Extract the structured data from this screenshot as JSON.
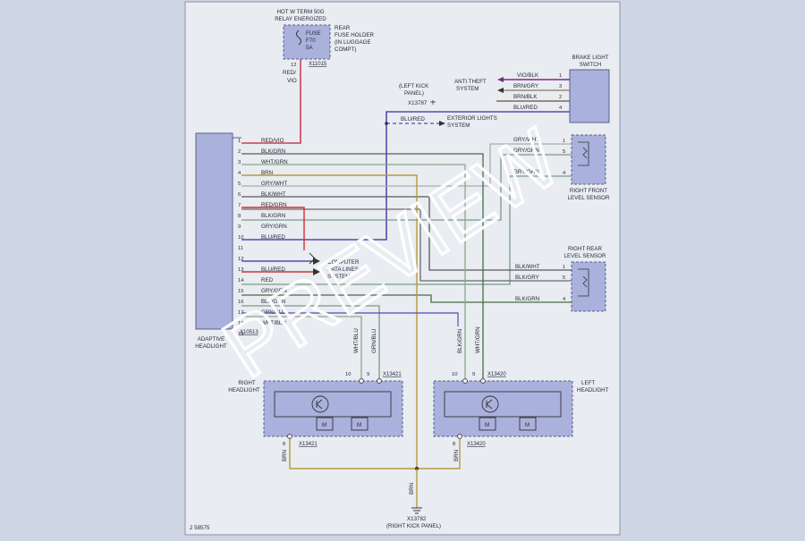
{
  "diagram_id": "2 58575",
  "watermark": "PREVIEW",
  "colors": {
    "background": "#cfd6e3",
    "panel": "#e9ecf1",
    "component_fill": "#aab1dd",
    "component_stroke": "#5a5f8a",
    "wire_red_vio": "#c8405a",
    "wire_red": "#d03030",
    "wire_blk_grn": "#4a6a48",
    "wire_wht_grn": "#8aa888",
    "wire_brn": "#b89a3a",
    "wire_gry_wht": "#a8b0b0",
    "wire_blk_wht": "#585858",
    "wire_gry_grn": "#7a9a88",
    "wire_blu_red": "#5a48b0",
    "wire_vio_blk": "#7a2a80",
    "watermark": "#ffffff"
  },
  "fuse": {
    "header": [
      "HOT W TERM 50G",
      "RELAY ENERGIZED"
    ],
    "lines": [
      "FUSE",
      "F70",
      "5A"
    ],
    "holder": [
      "REAR",
      "FUSE HOLDER",
      "(IN LUGGAGE",
      "COMPT)"
    ],
    "pin": "12",
    "connector": "X11015",
    "wire": [
      "RED/",
      "VIO"
    ]
  },
  "brake_switch": {
    "label": [
      "BRAKE LIGHT",
      "SWITCH"
    ],
    "pins": [
      "1",
      "3",
      "2",
      "4"
    ],
    "wires": [
      "VIO/BLK",
      "BRN/GRY",
      "BRN/BLK",
      "BLU/RED"
    ]
  },
  "anti_theft": [
    "ANTI THEFT",
    "SYSTEM"
  ],
  "left_kick": {
    "label": [
      "(LEFT KICK",
      "PANEL)"
    ],
    "connector": "X13787"
  },
  "exterior_lights": {
    "wire": "BLU/RED",
    "label": [
      "EXTERIOR LIGHTS",
      "SYSTEM"
    ]
  },
  "front_sensor": {
    "label": [
      "RIGHT FRONT",
      "LEVEL SENSOR"
    ],
    "pins": [
      "1",
      "5",
      "4"
    ],
    "wires": [
      "GRY/WHT",
      "GRY/GRN",
      "GRY/GRN"
    ]
  },
  "rear_sensor": {
    "label": [
      "RIGHT REAR",
      "LEVEL SENSOR"
    ],
    "pins": [
      "1",
      "5",
      "4"
    ],
    "wires": [
      "BLK/WHT",
      "BLK/GRY",
      "BLK/GRN"
    ]
  },
  "module": {
    "label": [
      "ADAPTIVE",
      "HEADLIGHT"
    ],
    "connector": "X10513",
    "pins": [
      {
        "pin": "1",
        "wire": "RED/VIO"
      },
      {
        "pin": "2",
        "wire": "BLK/GRN"
      },
      {
        "pin": "3",
        "wire": "WHT/GRN"
      },
      {
        "pin": "4",
        "wire": "BRN"
      },
      {
        "pin": "5",
        "wire": "GRY/WHT"
      },
      {
        "pin": "6",
        "wire": "BLK/WHT"
      },
      {
        "pin": "7",
        "wire": "RED/GRN"
      },
      {
        "pin": "8",
        "wire": "BLK/GRN"
      },
      {
        "pin": "9",
        "wire": "GRY/GRN"
      },
      {
        "pin": "10",
        "wire": "BLU/RED"
      },
      {
        "pin": "11",
        "wire": ""
      },
      {
        "pin": "12",
        "wire": ""
      },
      {
        "pin": "13",
        "wire": "BLU/RED"
      },
      {
        "pin": "14",
        "wire": "RED"
      },
      {
        "pin": "15",
        "wire": "GRY/GRN"
      },
      {
        "pin": "16",
        "wire": "BLK/GRN"
      },
      {
        "pin": "17",
        "wire": "GRN/BLU"
      },
      {
        "pin": "18",
        "wire": "WHT/BLU"
      },
      {
        "pin": "19",
        "wire": ""
      }
    ]
  },
  "data_link": [
    "COMPUTER",
    "DATA LINES",
    "SYSTEM"
  ],
  "right_headlight": {
    "label": [
      "RIGHT",
      "HEADLIGHT"
    ],
    "top_pins": [
      "10",
      "9"
    ],
    "top_connector": "X13421",
    "wires": [
      "WHT/BLU",
      "GRN/BLU"
    ],
    "bottom_pin": "8",
    "bottom_connector": "X13421",
    "bottom_wire": "BRN"
  },
  "left_headlight": {
    "label": [
      "LEFT",
      "HEADLIGHT"
    ],
    "top_pins": [
      "10",
      "9"
    ],
    "top_connector": "X13420",
    "wires": [
      "BLK/GRN",
      "WHT/GRN"
    ],
    "bottom_pin": "8",
    "bottom_connector": "X13420",
    "bottom_wire": "BRN"
  },
  "ground": {
    "wire": "BRN",
    "connector": "X13782",
    "label": "(RIGHT KICK PANEL)"
  }
}
